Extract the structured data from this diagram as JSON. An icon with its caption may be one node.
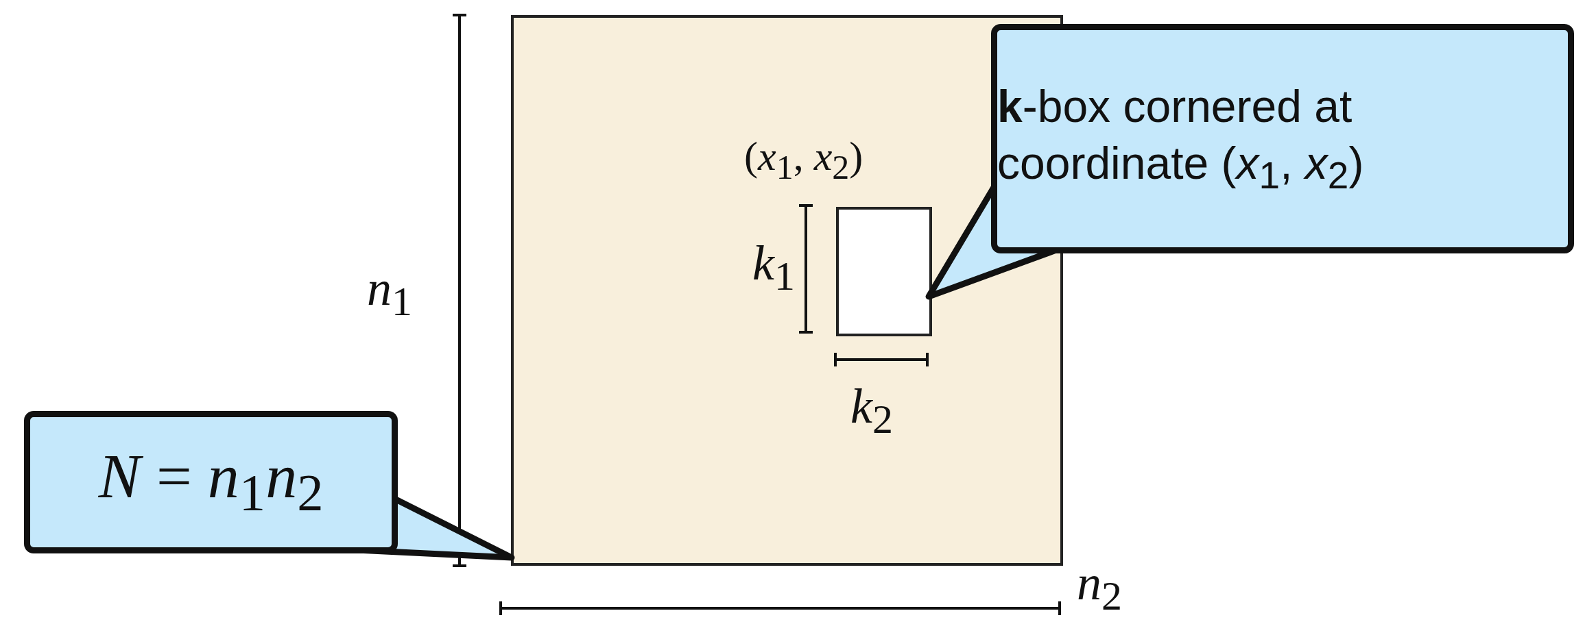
{
  "diagram": {
    "nodes": [
      {
        "text": [],
        "shape": "box"
      },
      {
        "text": [],
        "shape": "box",
        "in": 0
      },
      {
        "text": [
          "**k**-box cornered at coordinate (*x*$_{1}$, *x*$_{2}$)"
        ]
      },
      {
        "text": [
          "*N* = *n*$_{1}$*n*$_{2}$"
        ]
      }
    ],
    "edges": [
      {
        "from": 2,
        "to": 1,
        "arrow": "none"
      },
      {
        "from": 3,
        "to": 0,
        "arrow": "none"
      }
    ],
    "labels": [
      "*n*$_{1}$",
      "(*x*$_{1}$, *x*$_{2}$)",
      "*k*$_{1}$",
      "*k*$_{2}$",
      "*n*$_{2}$"
    ]
  }
}
